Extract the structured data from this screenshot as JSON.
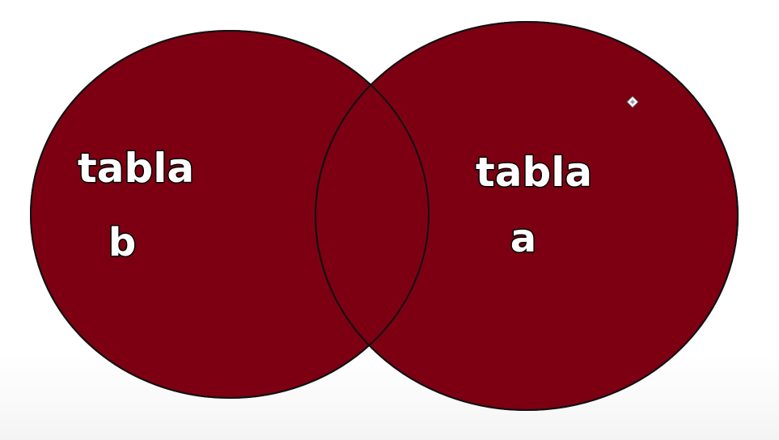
{
  "diagram": {
    "fill_color": "#7d0012",
    "outline_color": "#111111",
    "background_color": "#ffffff",
    "sets": {
      "left": {
        "line1": "tabla",
        "line2": "b"
      },
      "right": {
        "line1": "tabla",
        "line2": "a"
      }
    },
    "cursor_icon": "mouse-pointer-icon"
  }
}
